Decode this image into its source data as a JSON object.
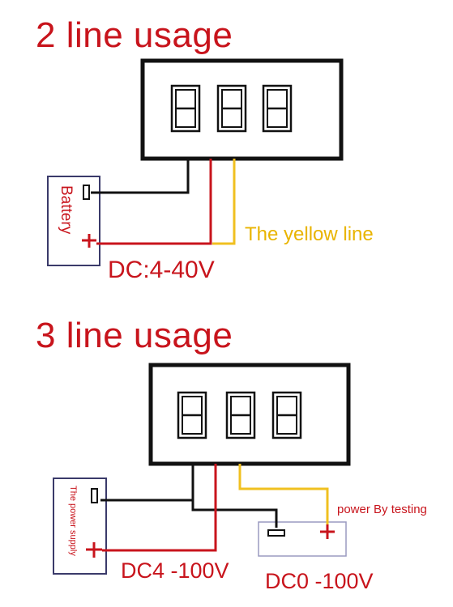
{
  "colors": {
    "red": "#c8141c",
    "yellow": "#f0c020",
    "black": "#111111",
    "navy": "#3a3a6a"
  },
  "section1": {
    "title": "2 line usage",
    "battery_label": "Battery",
    "yellow_label": "The yellow line",
    "voltage_label": "DC:4-40V"
  },
  "section2": {
    "title": "3 line usage",
    "supply_label": "The power supply",
    "testing_label": "power By testing",
    "supply_voltage_label": "DC4 -100V",
    "test_voltage_label": "DC0 -100V"
  },
  "glyphs": {
    "minus": "-",
    "plus": "+"
  }
}
